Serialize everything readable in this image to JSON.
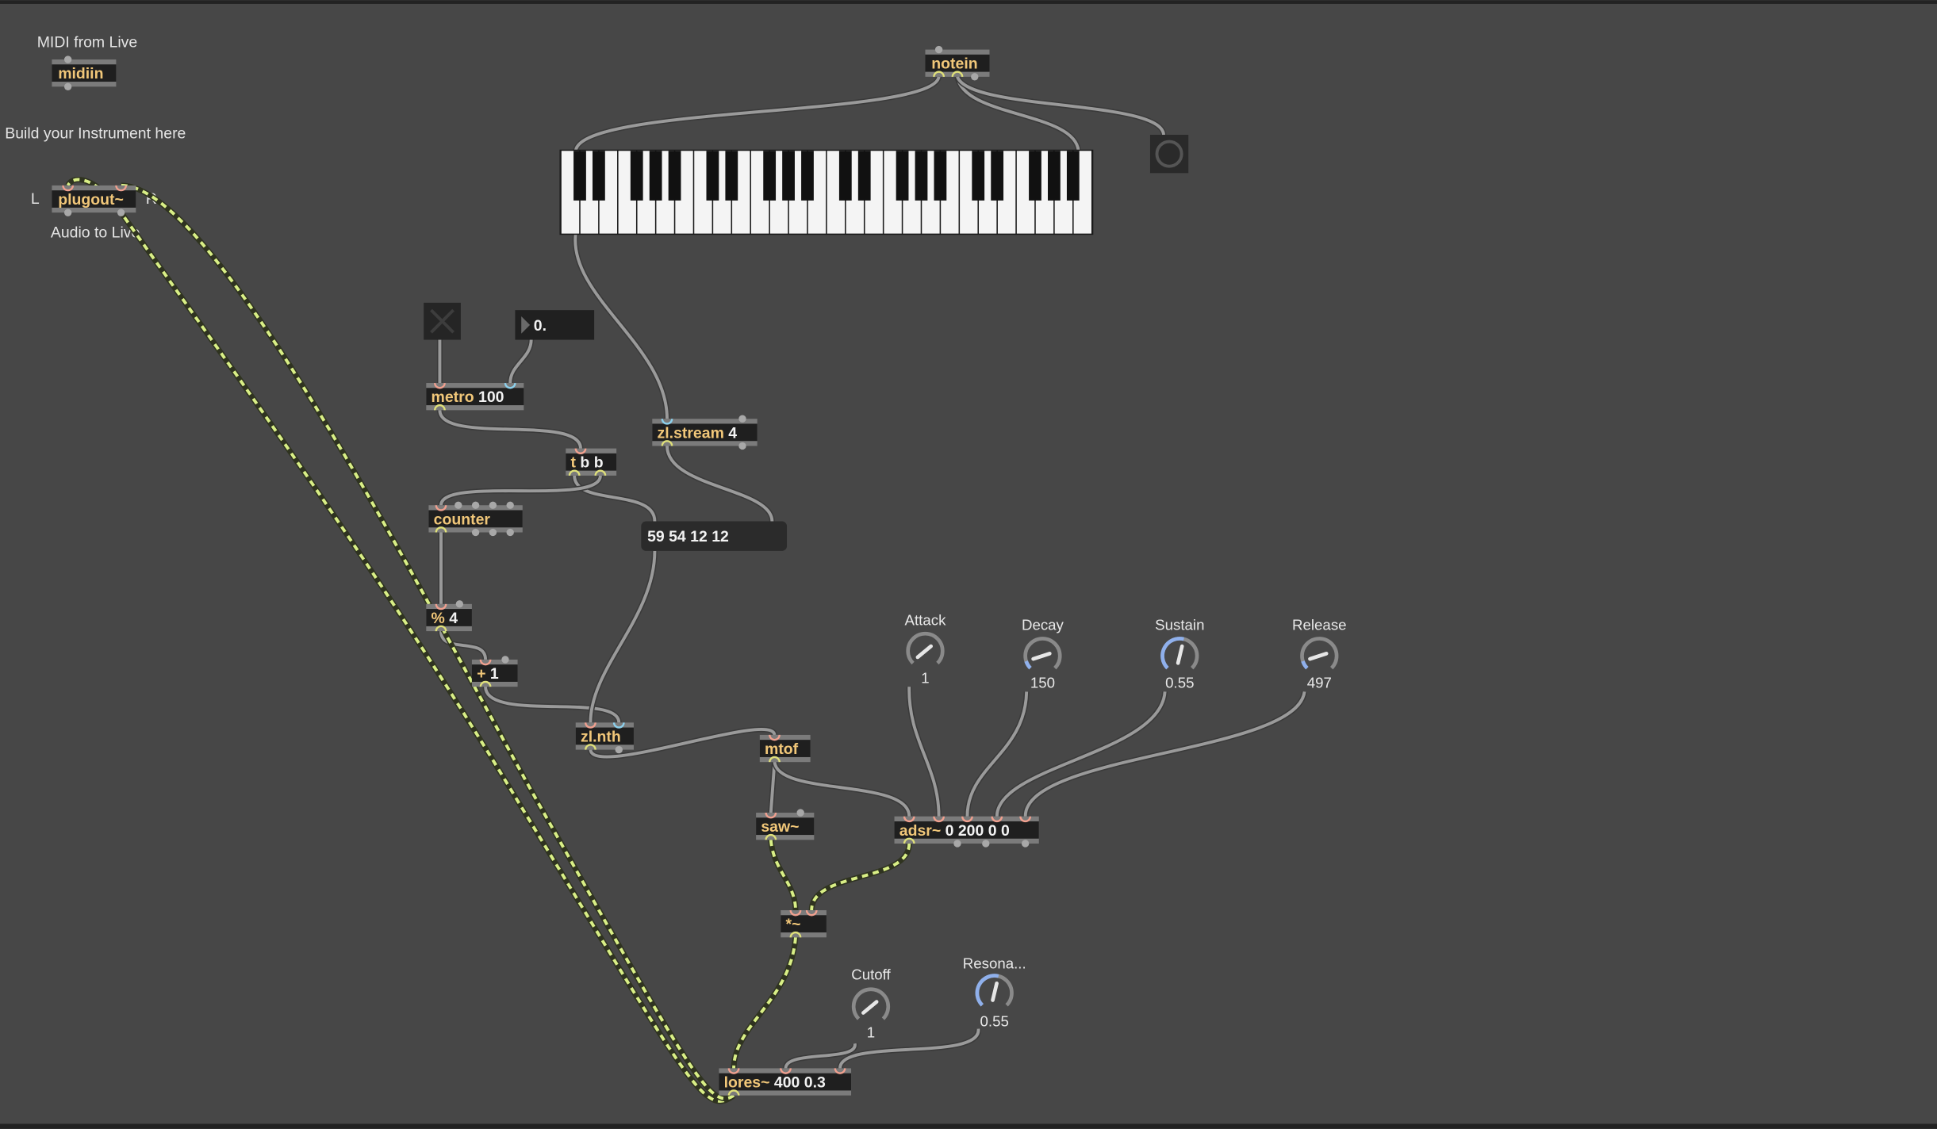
{
  "comments": {
    "midi_from_live": "MIDI from Live",
    "build_instrument": "Build your Instrument here",
    "left": "L",
    "right": "R",
    "audio_to_live": "Audio to Live"
  },
  "objects": {
    "midiin": {
      "name": "midiin",
      "args": ""
    },
    "plugout": {
      "name": "plugout~",
      "args": ""
    },
    "notein": {
      "name": "notein",
      "args": ""
    },
    "metro": {
      "name": "metro",
      "args": " 100"
    },
    "tbb": {
      "name": "t",
      "args": " b b"
    },
    "zlstream": {
      "name": "zl.stream",
      "args": " 4"
    },
    "counter": {
      "name": "counter",
      "args": ""
    },
    "mod": {
      "name": "%",
      "args": " 4"
    },
    "plus": {
      "name": "+",
      "args": " 1"
    },
    "zlnth": {
      "name": "zl.nth",
      "args": ""
    },
    "mtof": {
      "name": "mtof",
      "args": ""
    },
    "saw": {
      "name": "saw~",
      "args": ""
    },
    "adsr": {
      "name": "adsr~",
      "args": " 0 200 0 0"
    },
    "mult": {
      "name": "*~",
      "args": ""
    },
    "lores": {
      "name": "lores~",
      "args": " 400 0.3"
    }
  },
  "number_box": {
    "value": "0."
  },
  "message_box": {
    "value": "59 54 12 12"
  },
  "toggle": {
    "state": "off"
  },
  "knobs": [
    {
      "label": "Attack",
      "value": "1",
      "fraction": 0.02
    },
    {
      "label": "Decay",
      "value": "150",
      "fraction": 0.1
    },
    {
      "label": "Sustain",
      "value": "0.55",
      "fraction": 0.55
    },
    {
      "label": "Release",
      "value": "497",
      "fraction": 0.1
    },
    {
      "label": "Cutoff",
      "value": "1",
      "fraction": 0.02
    },
    {
      "label": "Resona...",
      "value": "0.55",
      "fraction": 0.55
    }
  ],
  "colors": {
    "background": "#474747",
    "object_name": "#f1c779",
    "knob_active": "#8fb0ec",
    "signal_cord": "#d9ef86"
  }
}
